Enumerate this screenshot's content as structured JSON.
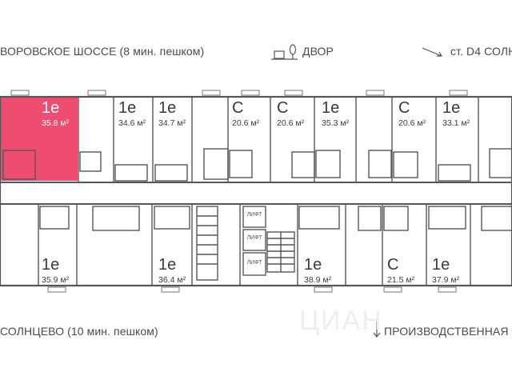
{
  "orientation": {
    "top_left": "ВОРОВСКОЕ ШОССЕ (8 мин. пешком)",
    "courtyard": "ДВОР",
    "top_right": "ст. D4 СОЛНЦ",
    "bottom_left": "СОЛНЦЕВО (10 мин. пешком)",
    "bottom_right": "ПРОИЗВОДСТВЕННАЯ"
  },
  "highlight_color": "#ef4c72",
  "apartments_top": [
    {
      "type": "1e",
      "area": "35.8 м²",
      "highlighted": true
    },
    {
      "type": "1e",
      "area": "34.6 м²",
      "highlighted": false
    },
    {
      "type": "1e",
      "area": "34.7 м²",
      "highlighted": false
    },
    {
      "type": "С",
      "area": "20.6 м²",
      "highlighted": false
    },
    {
      "type": "С",
      "area": "20.6 м²",
      "highlighted": false
    },
    {
      "type": "1e",
      "area": "35.3 м²",
      "highlighted": false
    },
    {
      "type": "С",
      "area": "20.6 м²",
      "highlighted": false
    },
    {
      "type": "1e",
      "area": "33.1 м²",
      "highlighted": false
    }
  ],
  "apartments_bottom": [
    {
      "type": "1e",
      "area": "35.9 м²"
    },
    {
      "type": "1e",
      "area": "36.4 м²"
    },
    {
      "type": "1e",
      "area": "38.9 м²"
    },
    {
      "type": "С",
      "area": "21.5 м²"
    },
    {
      "type": "1e",
      "area": "37.9 м²"
    }
  ],
  "lifts": [
    "ЛИФТ",
    "ЛИФТ",
    "ЛИФТ"
  ],
  "watermark": "ЦИАН"
}
